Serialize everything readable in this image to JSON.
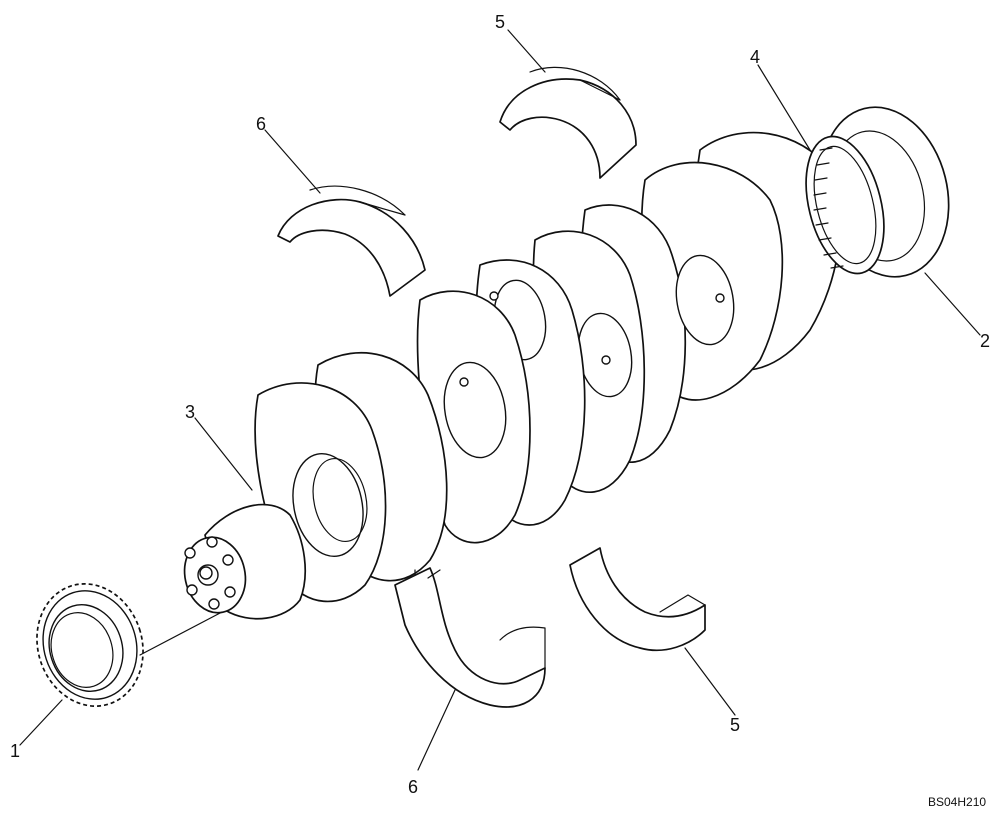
{
  "callouts": {
    "c1": "1",
    "c2": "2",
    "c3": "3",
    "c4": "4",
    "c5_top": "5",
    "c5_bottom": "5",
    "c6_top": "6",
    "c6_bottom": "6"
  },
  "drawing_code": "BS04H210"
}
